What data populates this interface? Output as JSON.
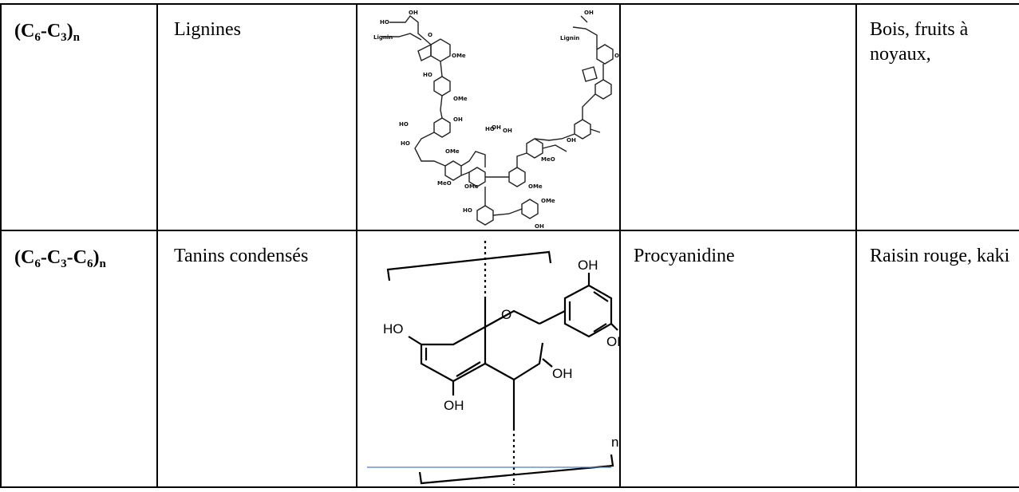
{
  "rows": [
    {
      "formula": {
        "base": "(C",
        "s1": "6",
        "mid": "-C",
        "s2": "3",
        "end": ")",
        "sub_n": "n"
      },
      "class": "Lignines",
      "structure_icon": "lignin-structure-icon",
      "structure_labels": [
        "HO",
        "OH",
        "Lignin",
        "O",
        "OMe",
        "HO",
        "OMe",
        "OH",
        "HO",
        "OH",
        "HO",
        "OH",
        "HO",
        "OMe",
        "OMe",
        "MeO",
        "OMe",
        "HO",
        "OMe",
        "OH",
        "MeO",
        "OH",
        "Lignin",
        "OH",
        "OMe"
      ],
      "compound": "",
      "source": "Bois, fruits à noyaux,"
    },
    {
      "formula": {
        "base": "(C",
        "s1": "6",
        "mid": "-C",
        "s2": "3",
        "mid2": "-C",
        "s3": "6",
        "end": ")",
        "sub_n": "n"
      },
      "class": "Tanins condensés",
      "structure_icon": "procyanidin-structure-icon",
      "structure_labels": {
        "oh1": "OH",
        "oh2": "OH",
        "ho": "HO",
        "o": "O",
        "oh3": "OH",
        "oh4": "OH",
        "n": "n"
      },
      "compound": "Procyanidine",
      "source": "Raisin rouge, kaki"
    }
  ]
}
